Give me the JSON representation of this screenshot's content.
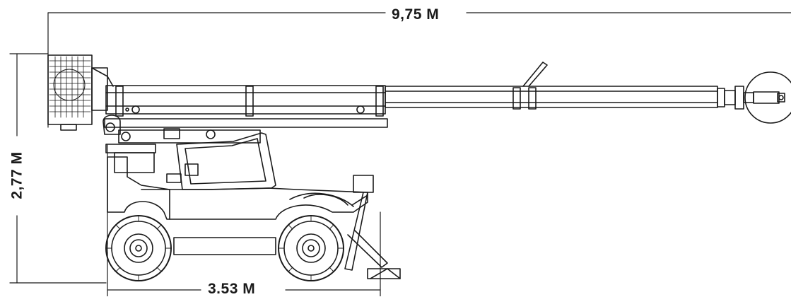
{
  "diagram": {
    "dimensions": {
      "overall_length": "9,75 M",
      "height": "2,77 M",
      "wheelbase_length": "3.53 M"
    },
    "colors": {
      "line": "#1a1a1a",
      "background": "#ffffff"
    }
  }
}
